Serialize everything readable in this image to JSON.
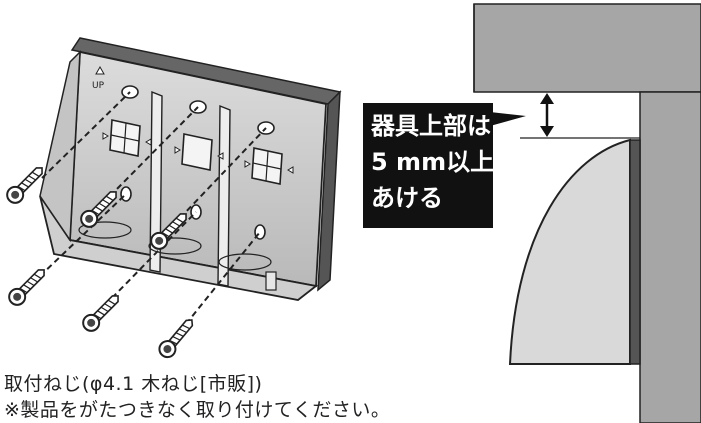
{
  "diagram": {
    "callout": {
      "line1": "器具上部は",
      "line2": "5 mm以上",
      "line3": "あける"
    },
    "caption": {
      "line1": "取付ねじ(φ4.1 木ねじ[市販])",
      "line2": "※製品をがたつきなく取り付けてください。"
    },
    "markings": {
      "up_label": "UP"
    },
    "colors": {
      "ceiling": "#a6a6a6",
      "wall": "#a6a6a6",
      "fixture_face": "#d9d9d9",
      "fixture_edge": "#555555",
      "callout_bg": "#111111",
      "callout_text": "#ffffff"
    },
    "icons": [
      "screw-icon",
      "double-arrow-icon"
    ]
  }
}
